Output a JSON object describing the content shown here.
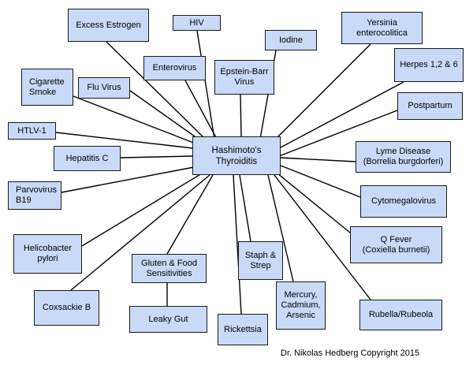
{
  "center": {
    "label": "Hashimoto's\nThyroiditis"
  },
  "causes": [
    {
      "key": "excess-estrogen",
      "label": "Excess Estrogen"
    },
    {
      "key": "hiv",
      "label": "HIV"
    },
    {
      "key": "iodine",
      "label": "Iodine"
    },
    {
      "key": "yersinia",
      "label": "Yersinia\nenterocolitica"
    },
    {
      "key": "enterovirus",
      "label": "Enterovirus"
    },
    {
      "key": "epstein-barr",
      "label": "Epstein-Barr\nVirus"
    },
    {
      "key": "herpes",
      "label": "Herpes 1,2 & 6"
    },
    {
      "key": "cigarette-smoke",
      "label": "Cigarette\nSmoke"
    },
    {
      "key": "flu-virus",
      "label": "Flu Virus"
    },
    {
      "key": "postpartum",
      "label": "Postpartum"
    },
    {
      "key": "htlv-1",
      "label": "HTLV-1"
    },
    {
      "key": "hepatitis-c",
      "label": "Hepatitis C"
    },
    {
      "key": "lyme-disease",
      "label": "Lyme Disease\n(Borrelia burgdorferi)"
    },
    {
      "key": "parvovirus",
      "label": "Parvovirus\nB19"
    },
    {
      "key": "cytomegalovirus",
      "label": "Cytomegalovirus"
    },
    {
      "key": "helicobacter",
      "label": "Helicobacter\npylori"
    },
    {
      "key": "q-fever",
      "label": "Q Fever\n(Coxiella burnetii)"
    },
    {
      "key": "gluten",
      "label": "Gluten & Food\nSensitivities"
    },
    {
      "key": "staph-strep",
      "label": "Staph &\nStrep"
    },
    {
      "key": "mercury",
      "label": "Mercury,\nCadmium,\nArsenic"
    },
    {
      "key": "coxsackie",
      "label": "Coxsackie B"
    },
    {
      "key": "leaky-gut",
      "label": "Leaky Gut"
    },
    {
      "key": "rickettsia",
      "label": "Rickettsia"
    },
    {
      "key": "rubella",
      "label": "Rubella/Rubeola"
    }
  ],
  "credit": "Dr. Nikolas Hedberg Copyright 2015",
  "colors": {
    "box_fill": "#c9daf8",
    "box_border": "#1a1a1a",
    "line": "#000000"
  }
}
